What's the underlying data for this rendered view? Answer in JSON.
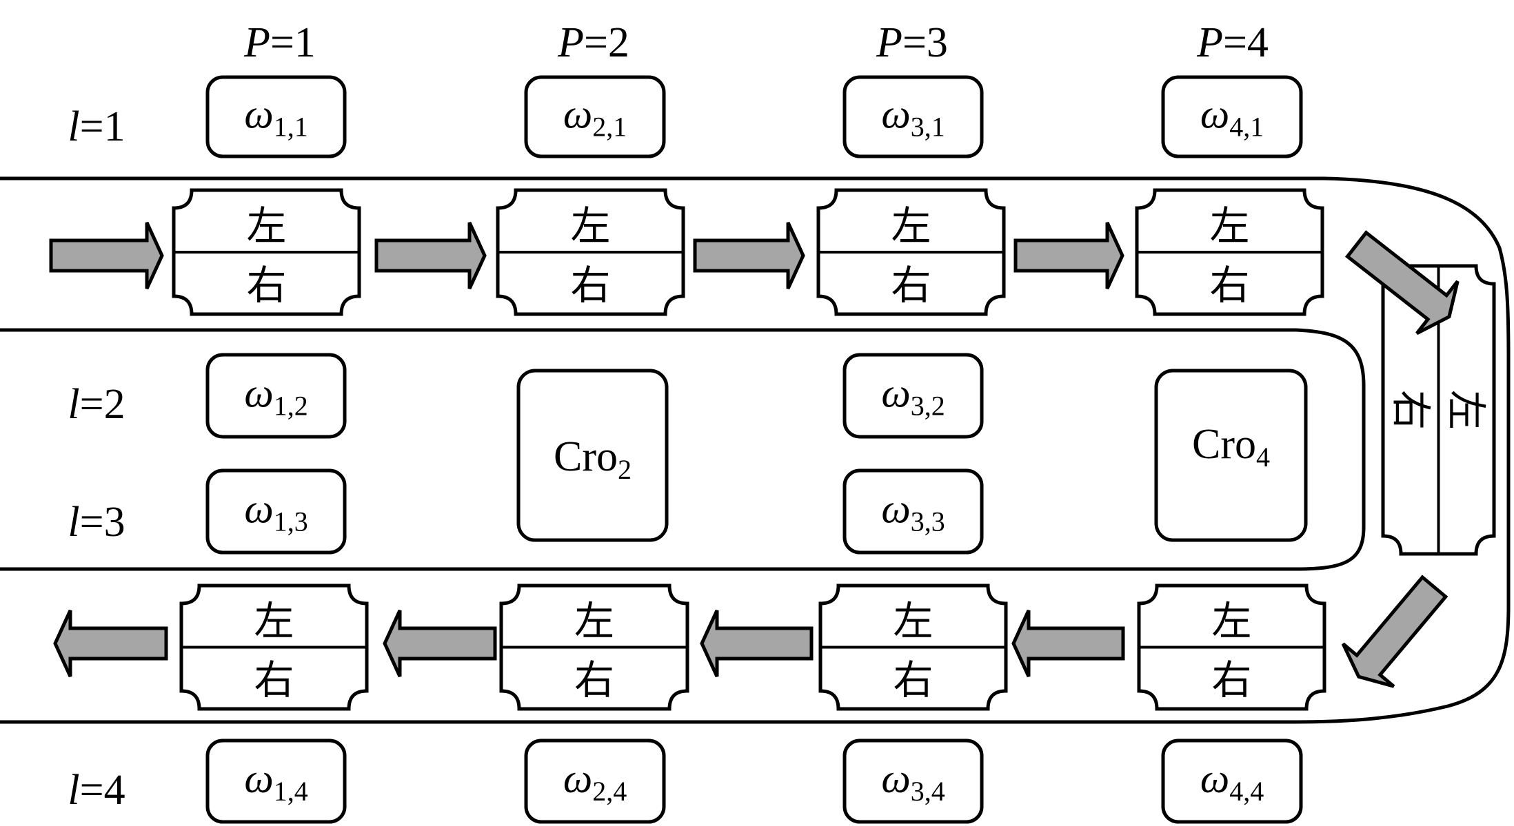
{
  "diagram": {
    "columns": [
      {
        "label_var": "P",
        "label_eq": "=1"
      },
      {
        "label_var": "P",
        "label_eq": "=2"
      },
      {
        "label_var": "P",
        "label_eq": "=3"
      },
      {
        "label_var": "P",
        "label_eq": "=4"
      }
    ],
    "rows": [
      {
        "label_var": "l",
        "label_eq": "=1"
      },
      {
        "label_var": "l",
        "label_eq": "=2"
      },
      {
        "label_var": "l",
        "label_eq": "=3"
      },
      {
        "label_var": "l",
        "label_eq": "=4"
      }
    ],
    "omega_symbol": "ω",
    "omega_boxes": [
      {
        "id": "w11",
        "sub": "1,1"
      },
      {
        "id": "w21",
        "sub": "2,1"
      },
      {
        "id": "w31",
        "sub": "3,1"
      },
      {
        "id": "w41",
        "sub": "4,1"
      },
      {
        "id": "w12",
        "sub": "1,2"
      },
      {
        "id": "w32",
        "sub": "3,2"
      },
      {
        "id": "w13",
        "sub": "1,3"
      },
      {
        "id": "w33",
        "sub": "3,3"
      },
      {
        "id": "w14",
        "sub": "1,4"
      },
      {
        "id": "w24",
        "sub": "2,4"
      },
      {
        "id": "w34",
        "sub": "3,4"
      },
      {
        "id": "w44",
        "sub": "4,4"
      }
    ],
    "crossings": [
      {
        "base": "Cro",
        "sub": "2"
      },
      {
        "base": "Cro",
        "sub": "4"
      }
    ],
    "gate_labels": {
      "left": "左",
      "right": "右"
    },
    "arrow_fill": "#a6a6a6",
    "line_color": "#000000"
  }
}
